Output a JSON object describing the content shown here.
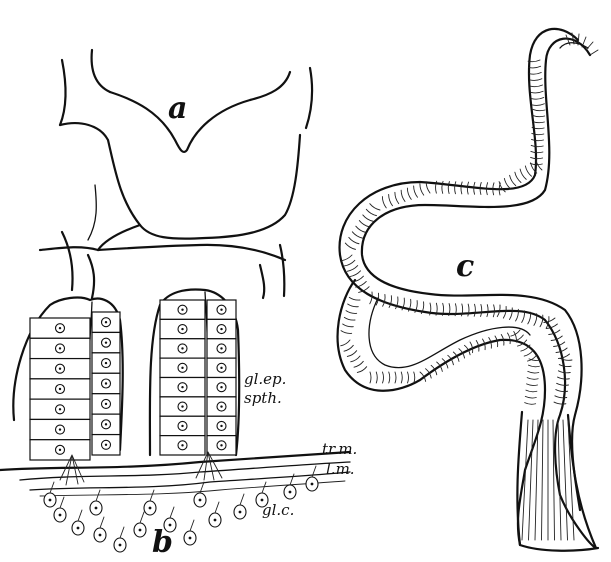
{
  "figure": {
    "panel_a": {
      "letter": "a"
    },
    "panel_b": {
      "letter": "b",
      "labels": {
        "gland_epithelium": "gl.ep.",
        "spth": "spth.",
        "tr_m": "tr.m.",
        "l_m": "l.m.",
        "gl_c": "gl.c."
      }
    },
    "panel_c": {
      "letter": "c"
    }
  }
}
